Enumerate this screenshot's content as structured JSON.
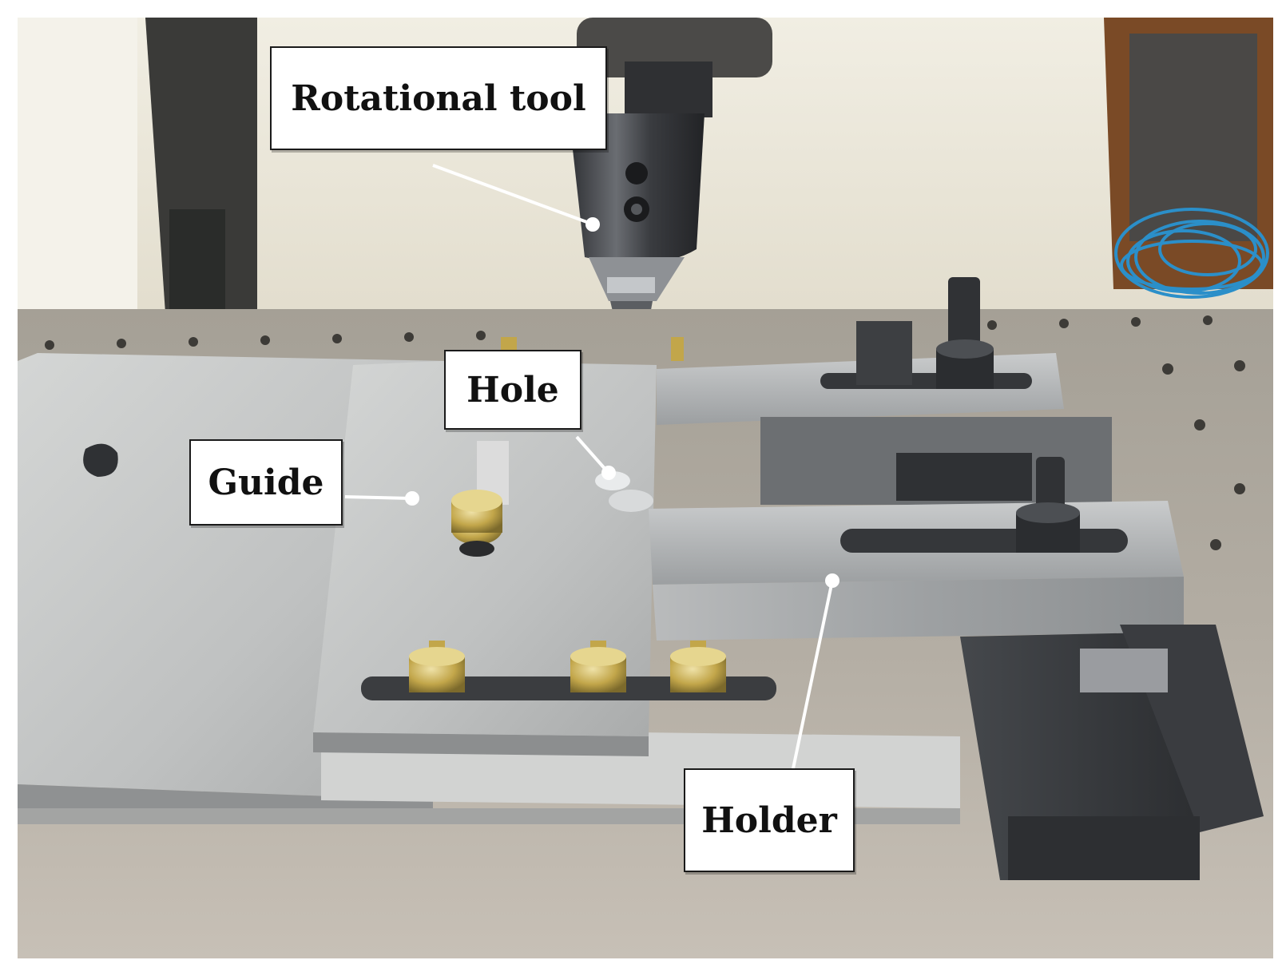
{
  "figure": {
    "labels": {
      "rotational_tool": "Rotational tool",
      "hole": "Hole",
      "guide": "Guide",
      "holder": "Holder"
    },
    "colors": {
      "wall": "#ece9dc",
      "table_surface": "#a9a49a",
      "plate_steel": "#c6c8c8",
      "dark_steel": "#3b3d40",
      "cable_blue": "#2b8fc9",
      "wood_cabinet": "#7a4a26",
      "brass_nut": "#c2a64a",
      "leader_line": "#ffffff"
    }
  }
}
